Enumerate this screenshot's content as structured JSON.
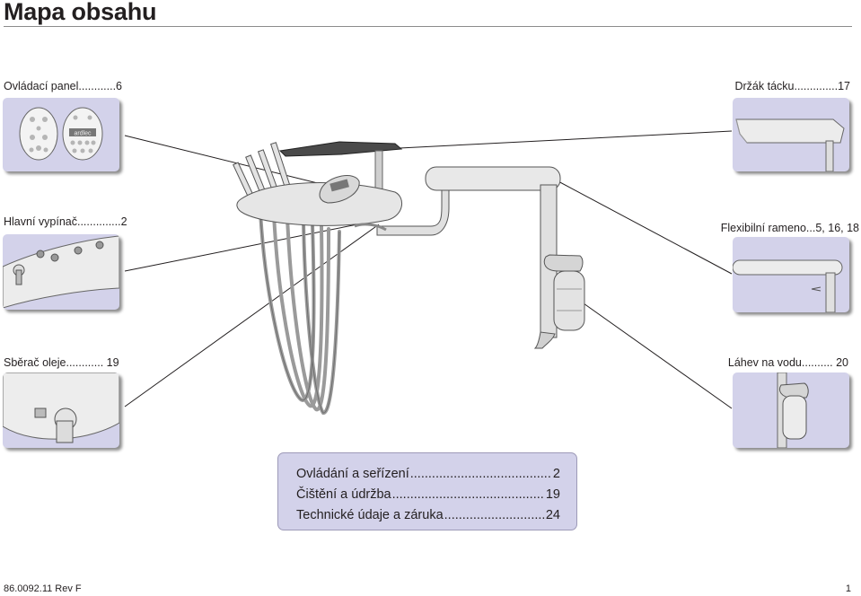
{
  "page": {
    "title": "Mapa obsahu",
    "footer_code": "86.0092.11 Rev F",
    "page_number": "1"
  },
  "callouts": {
    "control_panel": "Ovládací panel............6",
    "tray_holder": "Držák tácku..............17",
    "main_switch": "Hlavní vypínač..............2",
    "flex_arm": "Flexibilní rameno...5, 16, 18",
    "oil_collector": "Sběrač oleje............ 19",
    "water_bottle": "Láhev na vodu.......... 20"
  },
  "panel_brand": "ardlec",
  "toc": [
    {
      "label": "Ovládání a seřízení ",
      "page": "2"
    },
    {
      "label": "Čištění a údržba",
      "page": "19"
    },
    {
      "label": "Technické údaje a záruka ",
      "page": "24"
    }
  ]
}
